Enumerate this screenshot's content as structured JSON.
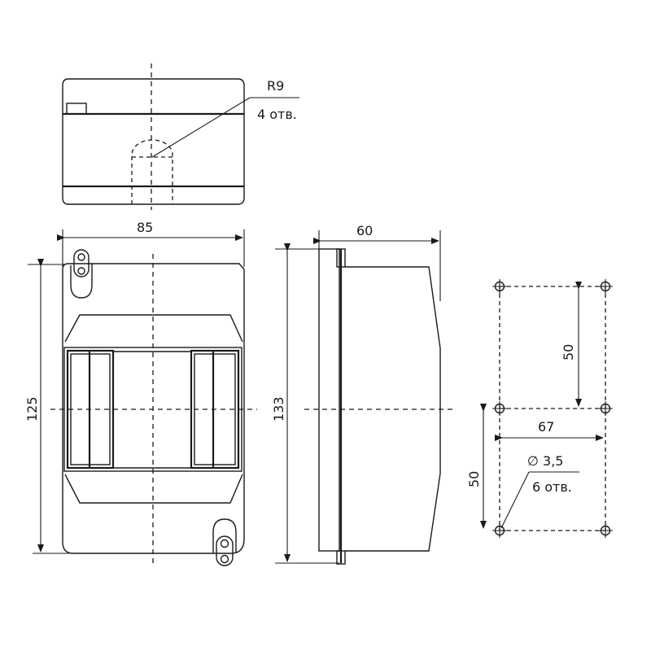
{
  "labels": {
    "top_radius": "R9",
    "top_holes": "4 отв.",
    "front_width": "85",
    "front_height": "125",
    "side_depth": "60",
    "side_height": "133",
    "mount_vertical_upper": "50",
    "mount_vertical_lower": "50",
    "mount_horizontal": "67",
    "hole_diameter": "∅ 3,5",
    "hole_count": "6 отв."
  }
}
